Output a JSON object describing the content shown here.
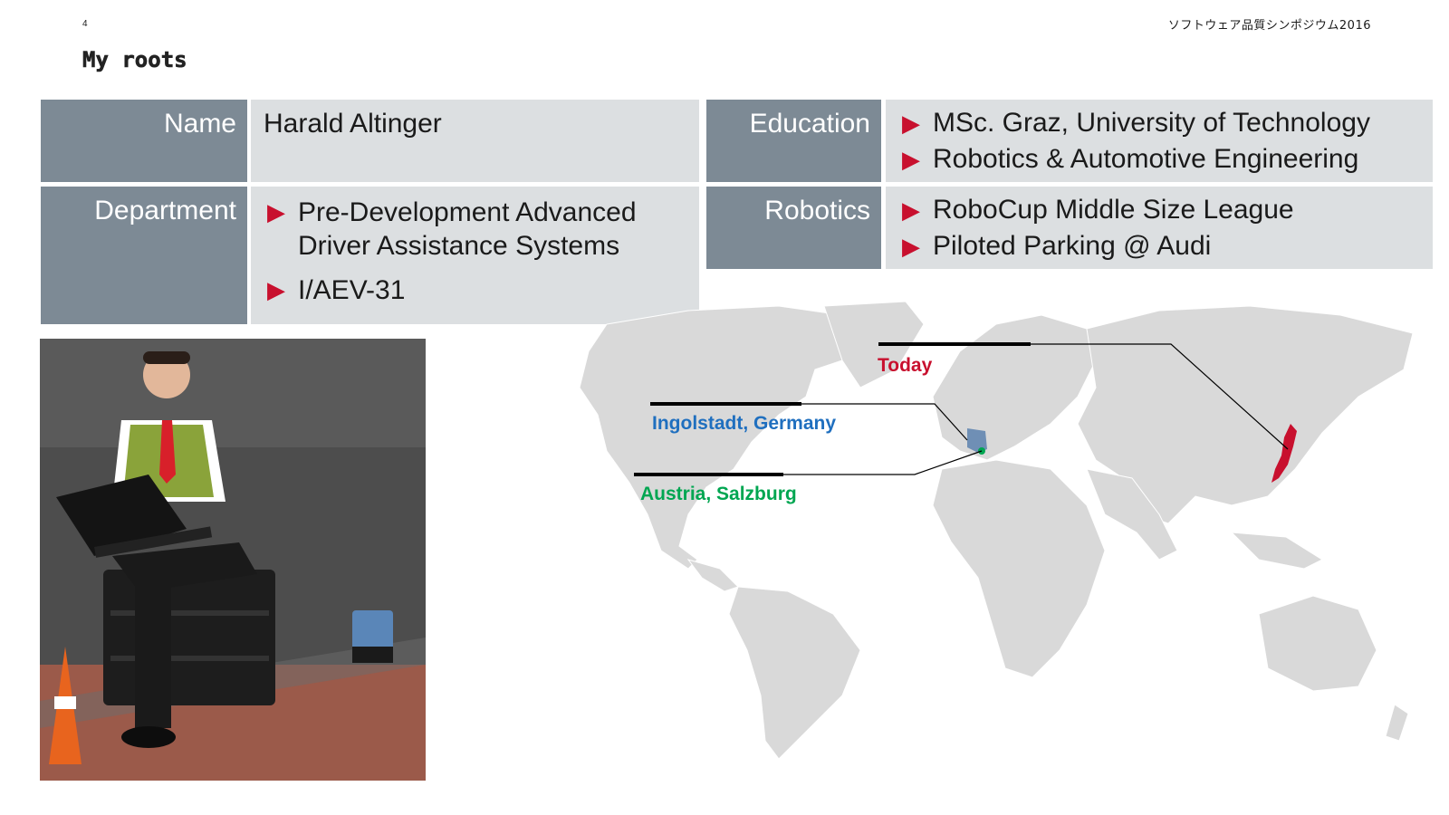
{
  "page_number": "4",
  "header_right": "ソフトウェア品質シンポジウム2016",
  "title": "My roots",
  "rows": {
    "name": {
      "label": "Name",
      "value": "Harald Altinger"
    },
    "department": {
      "label": "Department",
      "items": [
        "Pre-Development Advanced Driver Assistance Systems",
        "I/AEV-31"
      ]
    },
    "education": {
      "label": "Education",
      "items": [
        "MSc. Graz, University of Technology",
        "Robotics & Automotive Engineering"
      ]
    },
    "robotics": {
      "label": "Robotics",
      "items": [
        "RoboCup Middle Size League",
        "Piloted Parking @ Audi"
      ]
    }
  },
  "map": {
    "labels": {
      "today": "Today",
      "ingolstadt": "Ingolstadt, Germany",
      "austria": "Austria, Salzburg"
    },
    "colors": {
      "land": "#d9d9d9",
      "today": "#c8102e",
      "ingolstadt": "#1f6fbf",
      "austria": "#00a651",
      "germany_fill": "#6f8fb5"
    }
  },
  "bullet_glyph": "▶",
  "icons": [
    "bullet-arrow-icon"
  ]
}
